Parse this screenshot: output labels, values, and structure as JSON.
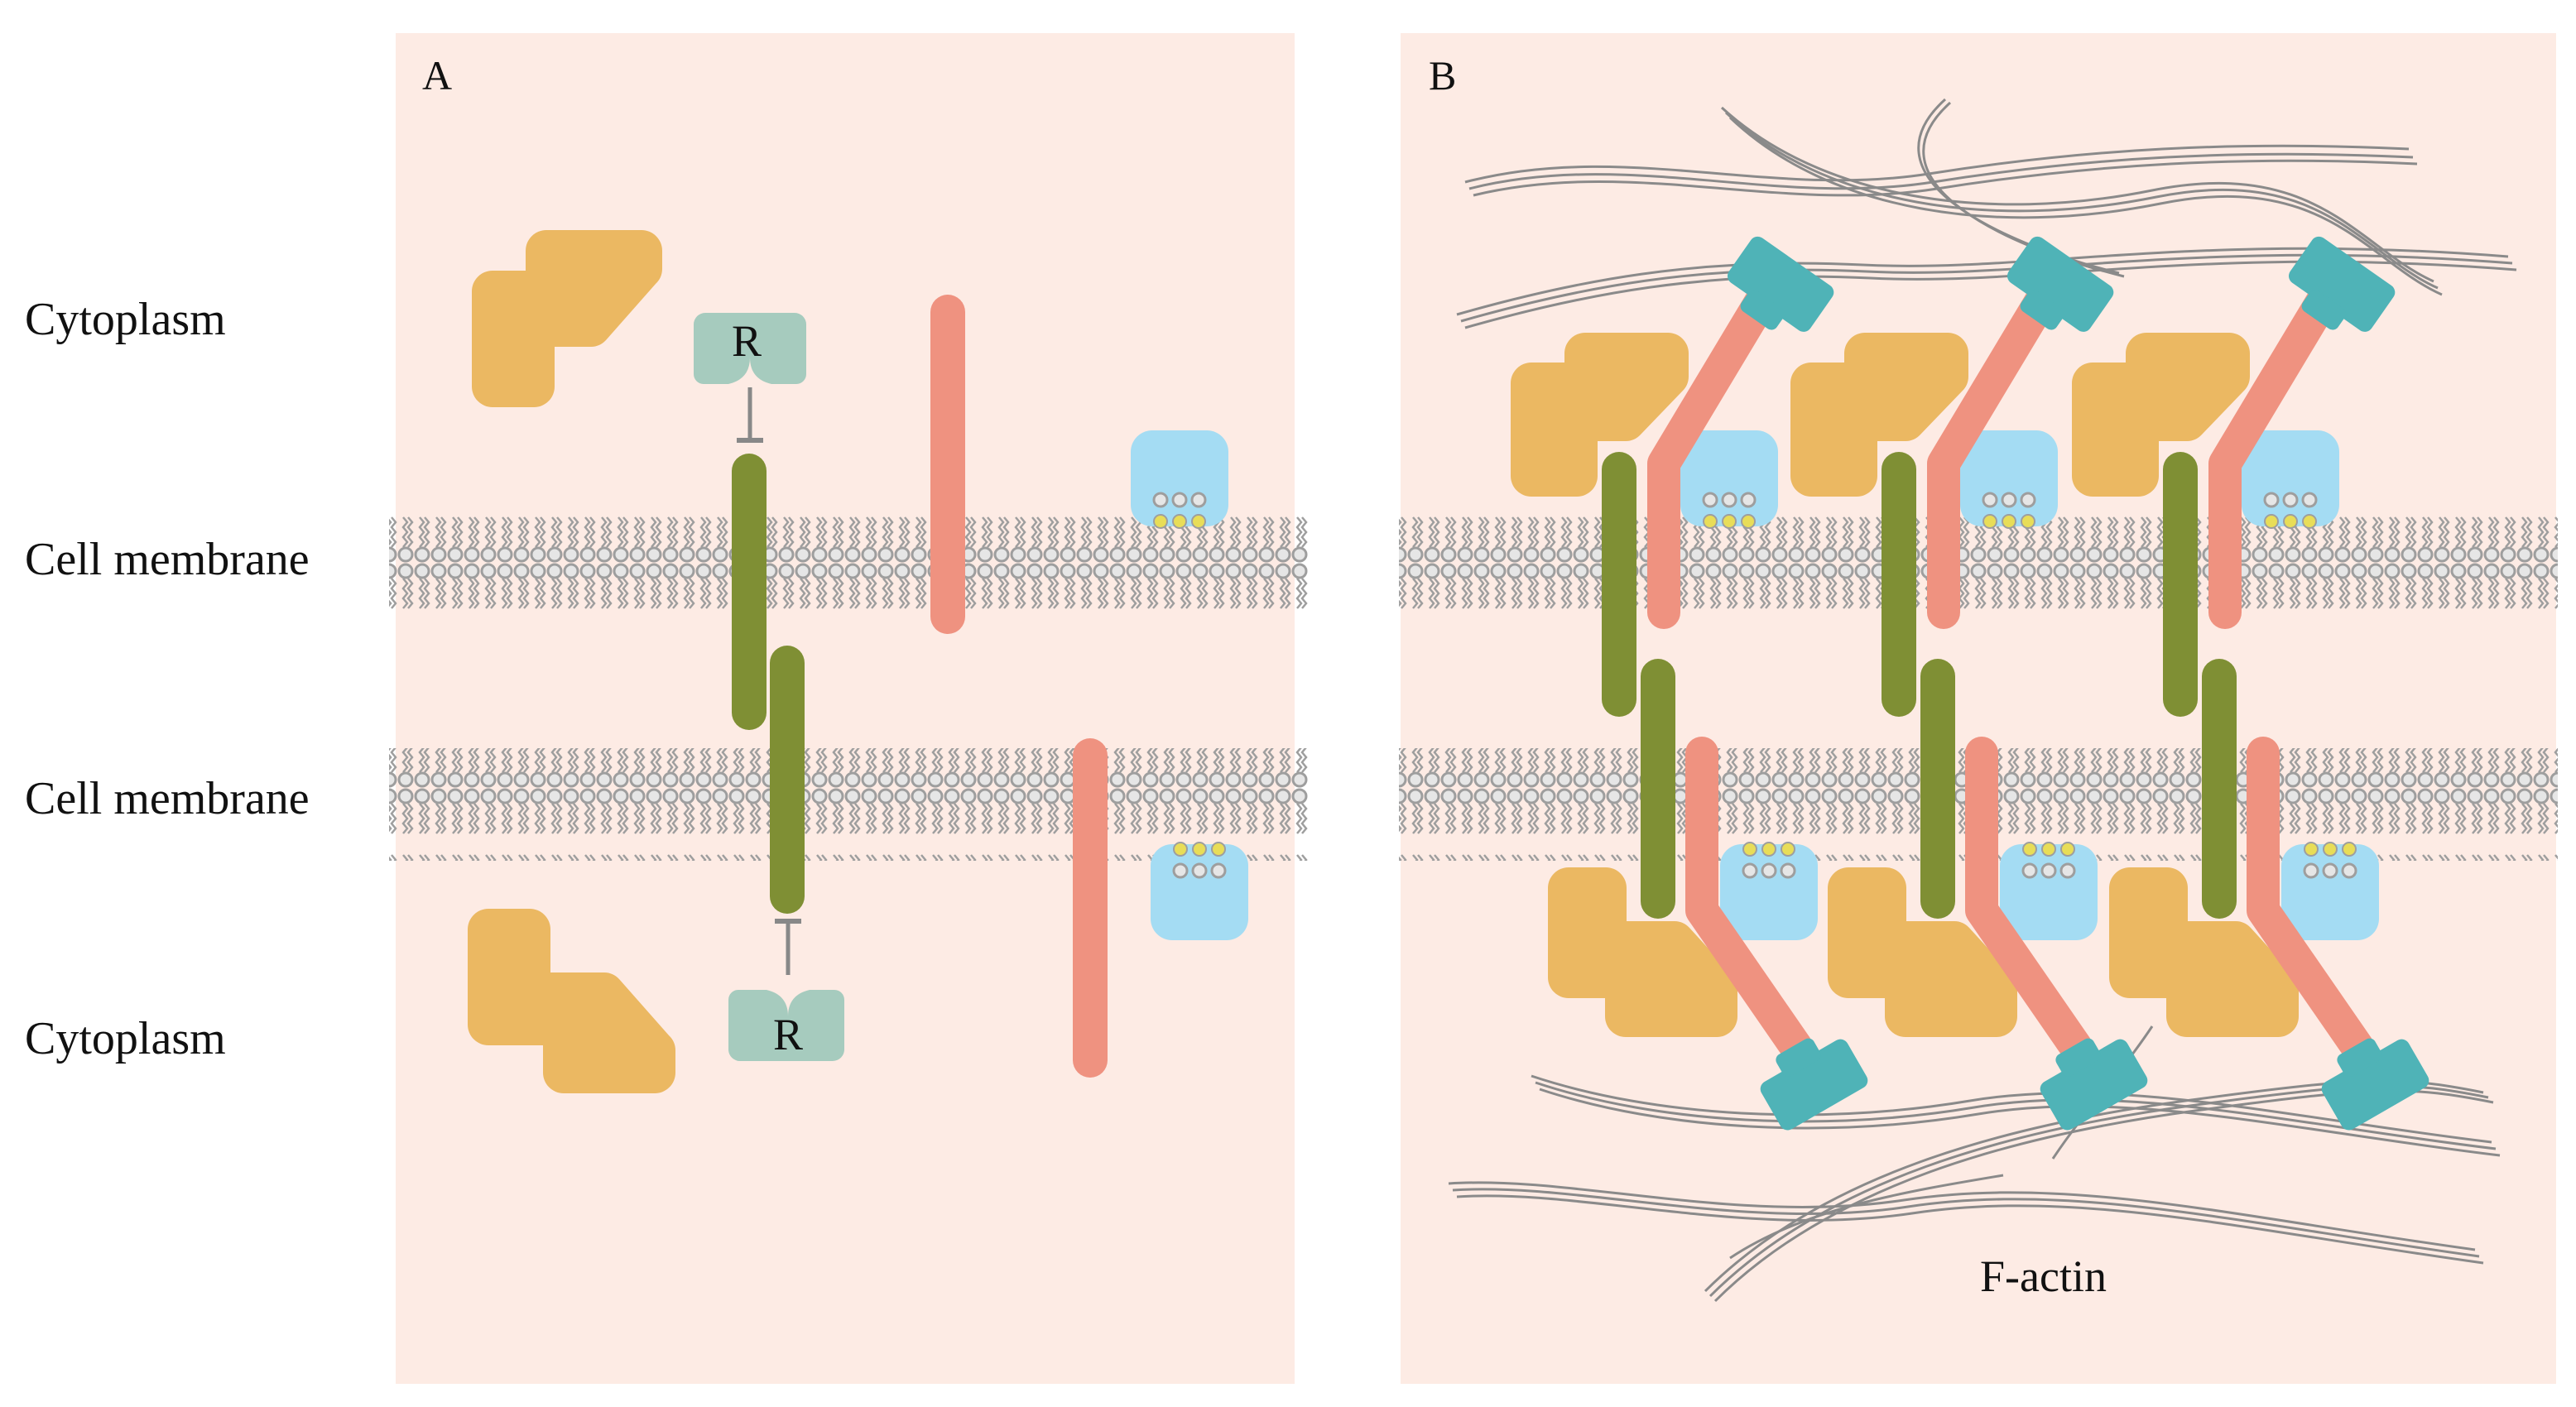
{
  "labels": {
    "cytoplasm_top": "Cytoplasm",
    "membrane_top": "Cell membrane",
    "membrane_bottom": "Cell membrane",
    "cytoplasm_bottom": "Cytoplasm"
  },
  "panels": {
    "a": {
      "letter": "A",
      "r_top": "R",
      "r_bottom": "R"
    },
    "b": {
      "letter": "B",
      "factin": "F-actin"
    }
  },
  "colors": {
    "panel_bg": "#fdebe4",
    "lipid": "#9e9e9e",
    "adaptor": "#ebb862",
    "regulator": "#a6cbbe",
    "green_protein": "#7f8f34",
    "salmon_protein": "#ef9280",
    "blue_protein": "#a4dcf3",
    "teal_linker": "#4fb3b7",
    "actin": "#808080",
    "yellow_dot": "#e8dd58"
  }
}
